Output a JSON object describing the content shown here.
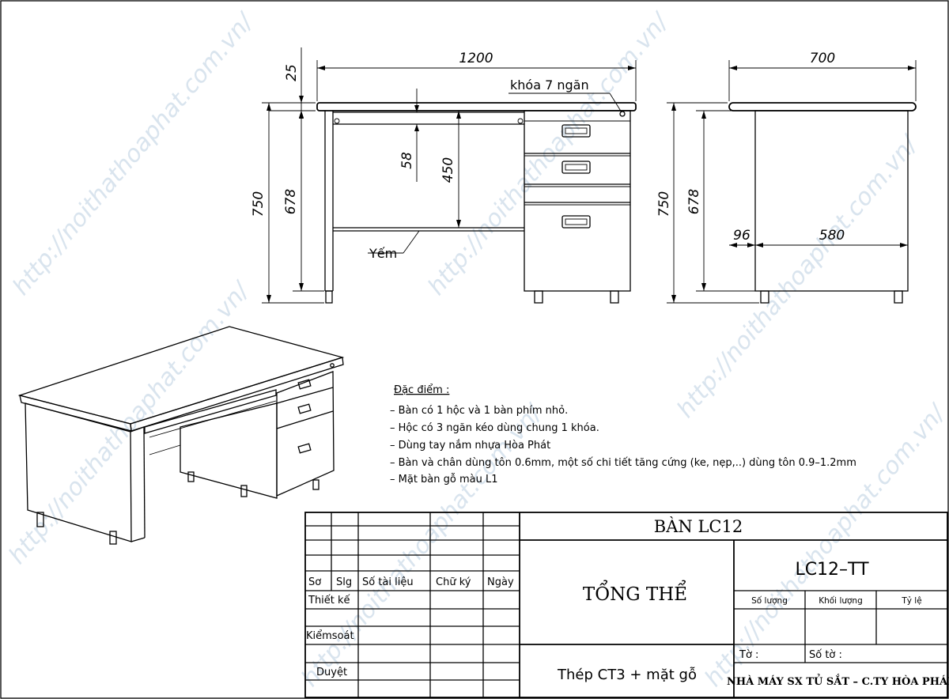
{
  "watermark": "http://noithathoaphat.com.vn/",
  "front_view": {
    "dim_top_thickness": "25",
    "dim_width": "1200",
    "dim_total_height": "750",
    "dim_leg_height": "678",
    "dim_drawer": "58",
    "dim_knee": "450",
    "label_lock": "khóa 7 ngăn",
    "label_modesty": "Yếm"
  },
  "side_view": {
    "dim_depth": "700",
    "dim_total_height": "750",
    "dim_leg_height": "678",
    "dim_left": "96",
    "dim_inner": "580"
  },
  "notes": {
    "title": "Đặc điểm :",
    "items": [
      "–  Bàn có 1 hộc và 1 bàn phím nhỏ.",
      "–  Hộc có 3 ngăn kéo dùng chung 1 khóa.",
      "–  Dùng tay nắm nhựa Hòa Phát",
      "–  Bàn và chân dùng tôn 0.6mm, một số chi tiết tăng cứng (ke, nẹp,..) dùng tôn 0.9–1.2mm",
      "–  Mặt bàn gỗ màu L1"
    ]
  },
  "title_block": {
    "product_name": "BÀN  LC12",
    "drawing_title": "TỔNG  THỂ",
    "drawing_code": "LC12–TT",
    "material": "Thép  CT3  +  mặt  gỗ",
    "company": "NHÀ MÁY SX TỦ SẮT – C.TY HÒA PHÁT",
    "col_so": "Sơ",
    "col_slg": "Slg",
    "col_so_tai_lieu": "Số tài liệu",
    "col_chu_ky": "Chữ ký",
    "col_ngay": "Ngày",
    "row_thiet_ke": "Thiết kế",
    "row_kiem_soat": "Kiểmsoát",
    "row_duyet": "Duyệt",
    "so_luong": "Số lượng",
    "khoi_luong": "Khối lượng",
    "ty_le": "Tỷ lệ",
    "to": "Tờ :",
    "so_to": "Số tờ :"
  }
}
